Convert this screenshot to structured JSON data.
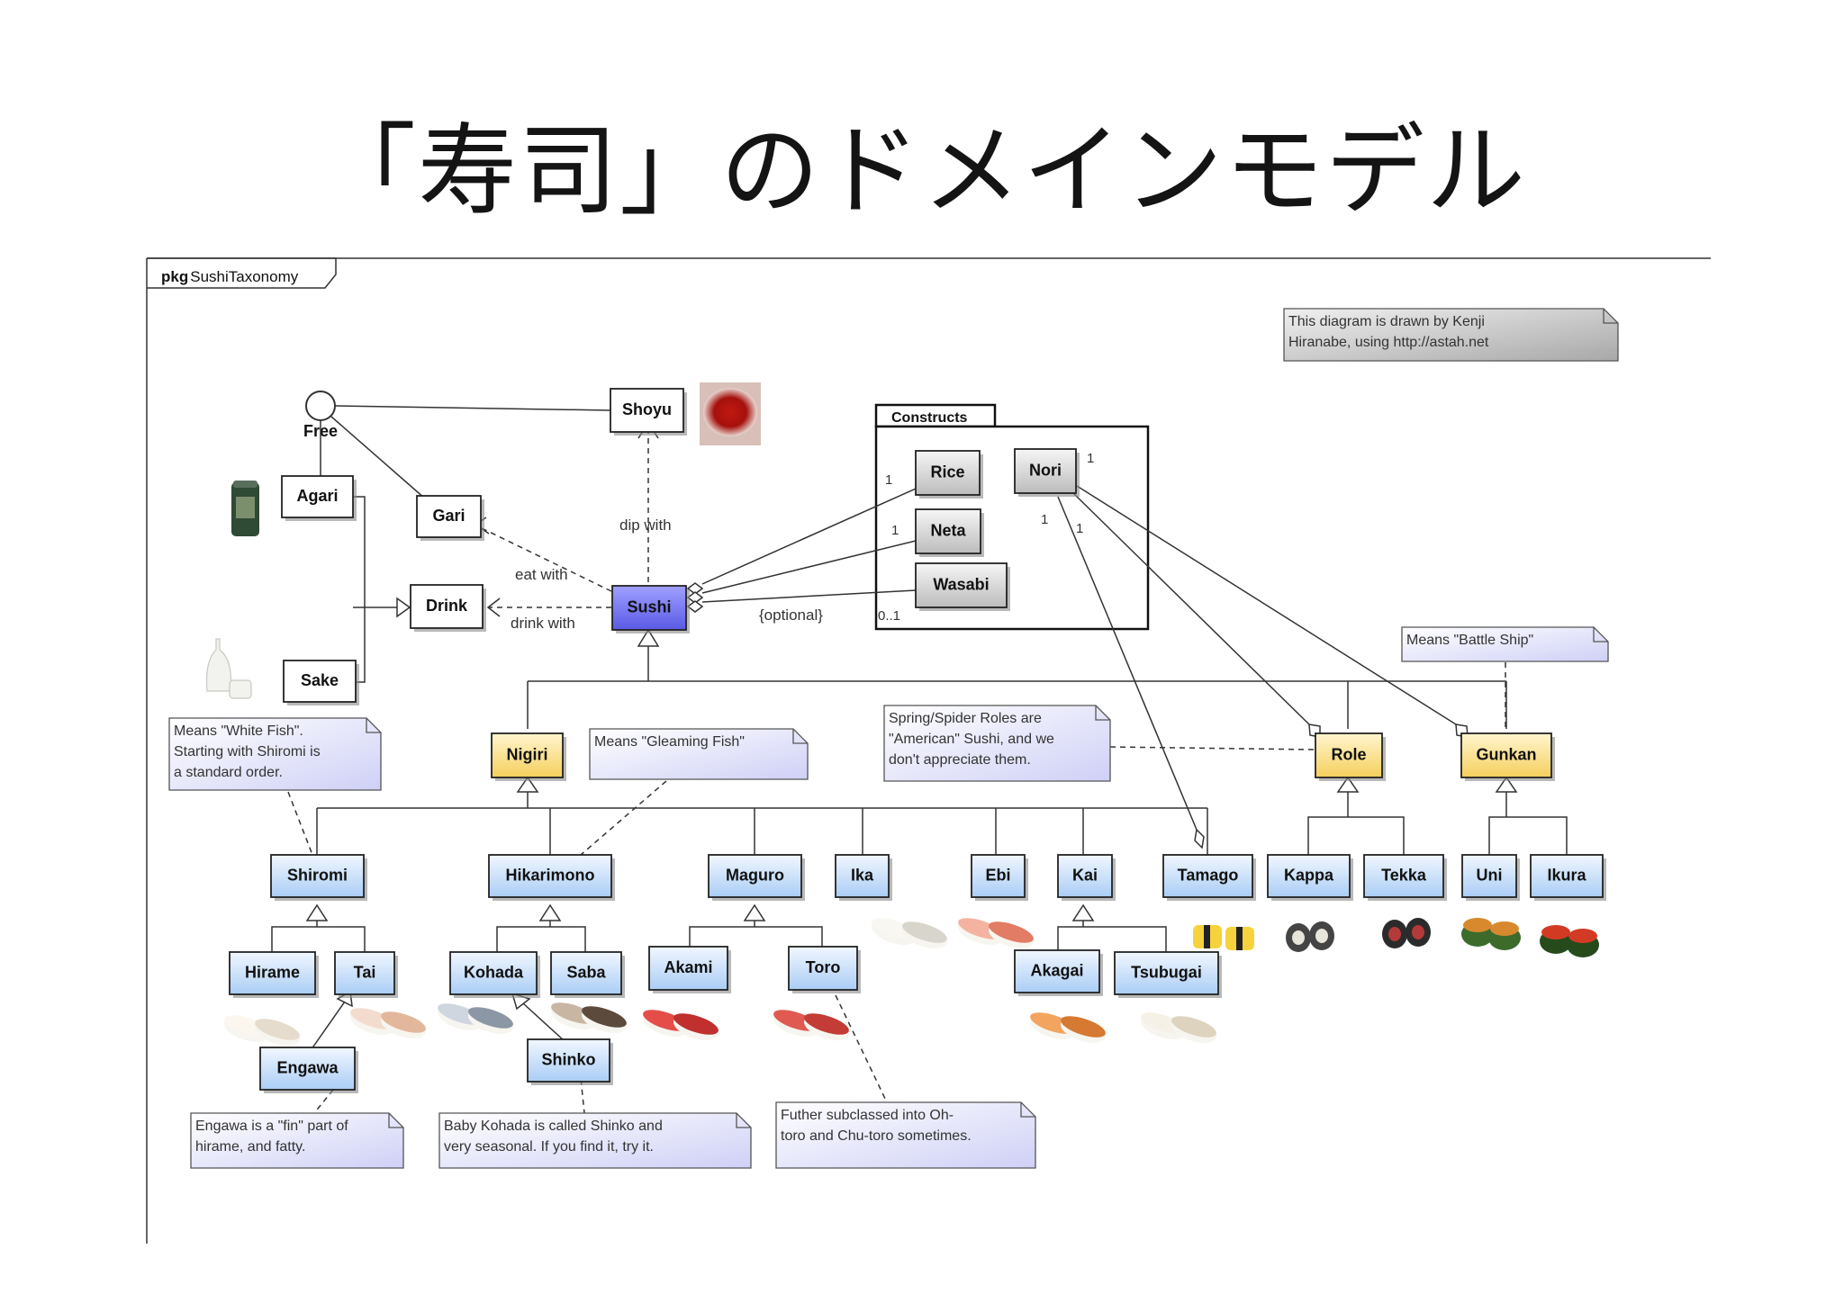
{
  "title": "「寿司」のドメインモデル",
  "frame": {
    "pkg_keyword": "pkg",
    "pkg_name": "SushiTaxonomy"
  },
  "package": {
    "name": "Constructs"
  },
  "interface": {
    "name": "Free"
  },
  "classes": {
    "shoyu": "Shoyu",
    "agari": "Agari",
    "gari": "Gari",
    "drink": "Drink",
    "sake": "Sake",
    "sushi": "Sushi",
    "rice": "Rice",
    "neta": "Neta",
    "wasabi": "Wasabi",
    "nori": "Nori",
    "nigiri": "Nigiri",
    "role": "Role",
    "gunkan": "Gunkan",
    "shiromi": "Shiromi",
    "hikarimono": "Hikarimono",
    "maguro": "Maguro",
    "ika": "Ika",
    "ebi": "Ebi",
    "kai": "Kai",
    "tamago": "Tamago",
    "kappa": "Kappa",
    "tekka": "Tekka",
    "uni": "Uni",
    "ikura": "Ikura",
    "hirame": "Hirame",
    "tai": "Tai",
    "kohada": "Kohada",
    "saba": "Saba",
    "akami": "Akami",
    "toro": "Toro",
    "akagai": "Akagai",
    "tsubugai": "Tsubugai",
    "engawa": "Engawa",
    "shinko": "Shinko"
  },
  "edge_labels": {
    "dip_with": "dip with",
    "eat_with": "eat with",
    "drink_with": "drink with",
    "optional": "{optional}",
    "mult_1": "1",
    "mult_0_1": "0..1"
  },
  "notes": {
    "author": [
      "This diagram is drawn by Kenji",
      "Hiranabe, using http://astah.net"
    ],
    "battle_ship": [
      "Means \"Battle Ship\""
    ],
    "white_fish": [
      "Means \"White Fish\".",
      "Starting with Shiromi is",
      "a standard order."
    ],
    "gleaming_fish": [
      "Means \"Gleaming Fish\""
    ],
    "spring_spider": [
      "Spring/Spider Roles are",
      "\"American\" Sushi, and we",
      "don't appreciate them."
    ],
    "engawa": [
      "Engawa is a \"fin\" part of",
      "hirame, and fatty."
    ],
    "shinko": [
      "Baby Kohada is called Shinko and",
      "very seasonal. If you find it, try it."
    ],
    "toro": [
      "Futher subclassed into Oh-",
      "toro and Chu-toro sometimes."
    ]
  },
  "colors": {
    "sushi_fill": "#7070f0",
    "yellow_fill": "#fbe49a",
    "blue_fill": "#cfe3fb",
    "gray_fill": "#d9d9d9",
    "white_fill": "#ffffff",
    "note_fill": "#e8e8fc",
    "author_note_fill": "#c8c8c8"
  },
  "icons": [
    "tea-cup-icon",
    "sake-bottle-icon",
    "soy-sauce-dish-icon",
    "sushi-photo-icon"
  ]
}
